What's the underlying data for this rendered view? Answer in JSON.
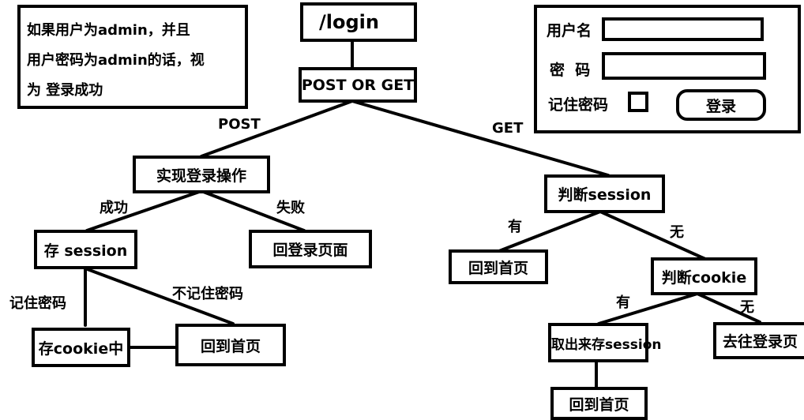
{
  "note": {
    "lines": [
      "如果用户为admin，并且",
      "用户密码为admin的话，视",
      "为 登录成功"
    ]
  },
  "nodes": {
    "login": "/login",
    "method": "POST OR GET",
    "do_login": "实现登录操作",
    "store_session": "存 session",
    "back_login_page": "回登录页面",
    "store_cookie": "存cookie中",
    "home_a": "回到首页",
    "check_session": "判断session",
    "home_b": "回到首页",
    "check_cookie": "判断cookie",
    "take_session": "取出来存session",
    "goto_login": "去往登录页",
    "home_c": "回到首页"
  },
  "edges": {
    "post": "POST",
    "get": "GET",
    "success": "成功",
    "fail": "失败",
    "remember": "记住密码",
    "not_remember": "不记住密码",
    "has_session": "有",
    "no_session": "无",
    "has_cookie": "有",
    "no_cookie": "无"
  },
  "form": {
    "username_label": "用户名",
    "password_label": "密  码",
    "remember_label": "记住密码",
    "login_button": "登录"
  }
}
